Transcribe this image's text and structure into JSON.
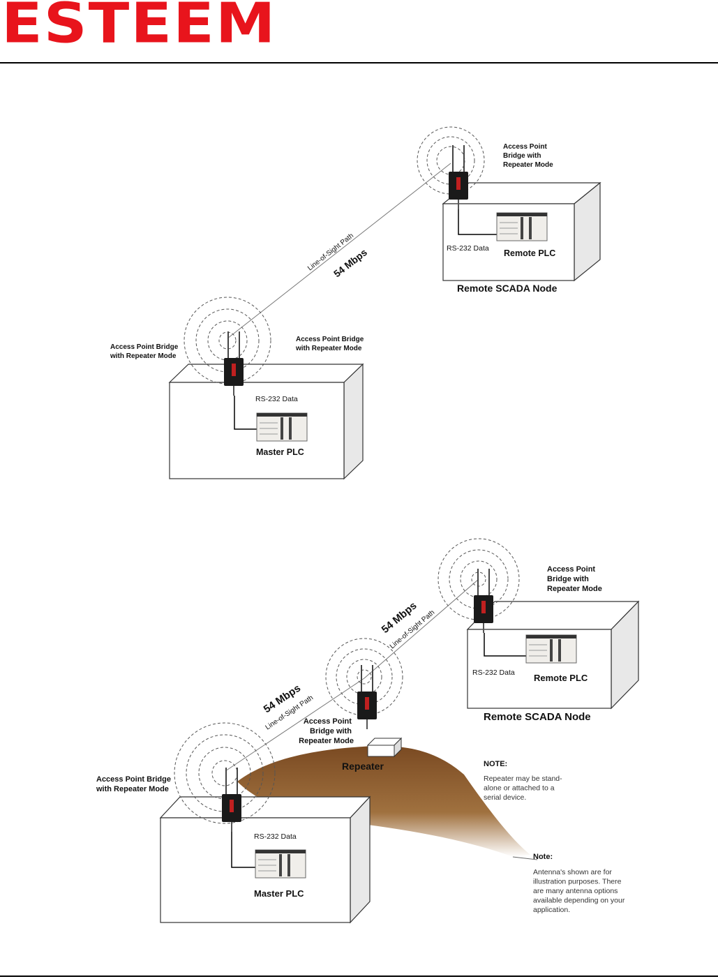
{
  "header": {
    "logo_text": "ESTEEM"
  },
  "colors": {
    "brand_red": "#e8141c",
    "hill_brown": "#8a5a30",
    "box_edge": "#333333"
  },
  "diagram1": {
    "remote_radio_label": [
      "Access Point",
      "Bridge with",
      "Repeater Mode"
    ],
    "master_radio_label_left": [
      "Access Point Bridge",
      "with Repeater Mode"
    ],
    "master_radio_label_right": [
      "Access Point Bridge",
      "with Repeater Mode"
    ],
    "link_path_label": "Line-of-Sight Path",
    "link_speed": "54 Mbps",
    "remote_rs232": "RS-232 Data",
    "remote_plc": "Remote PLC",
    "remote_node": "Remote SCADA Node",
    "master_rs232": "RS-232 Data",
    "master_plc": "Master PLC"
  },
  "diagram2": {
    "remote_radio_label": [
      "Access Point",
      "Bridge with",
      "Repeater Mode"
    ],
    "repeater_radio_label": [
      "Access Point",
      "Bridge with",
      "Repeater Mode"
    ],
    "master_radio_label": [
      "Access Point Bridge",
      "with Repeater Mode"
    ],
    "link1_speed": "54 Mbps",
    "link1_path": "Line-of-Sight Path",
    "link2_speed": "54 Mbps",
    "link2_path": "Line-of-Sight Path",
    "repeater_label": "Repeater",
    "remote_rs232": "RS-232 Data",
    "remote_plc": "Remote PLC",
    "remote_node": "Remote SCADA Node",
    "master_rs232": "RS-232 Data",
    "master_plc": "Master PLC",
    "note1_title": "NOTE:",
    "note1_lines": [
      "Repeater may be stand-",
      "alone or attached to a",
      "serial device."
    ],
    "note2_title": "Note:",
    "note2_lines": [
      "Antenna's shown are for",
      "illustration purposes.  There",
      "are many antenna options",
      "available depending on your",
      "application."
    ]
  }
}
